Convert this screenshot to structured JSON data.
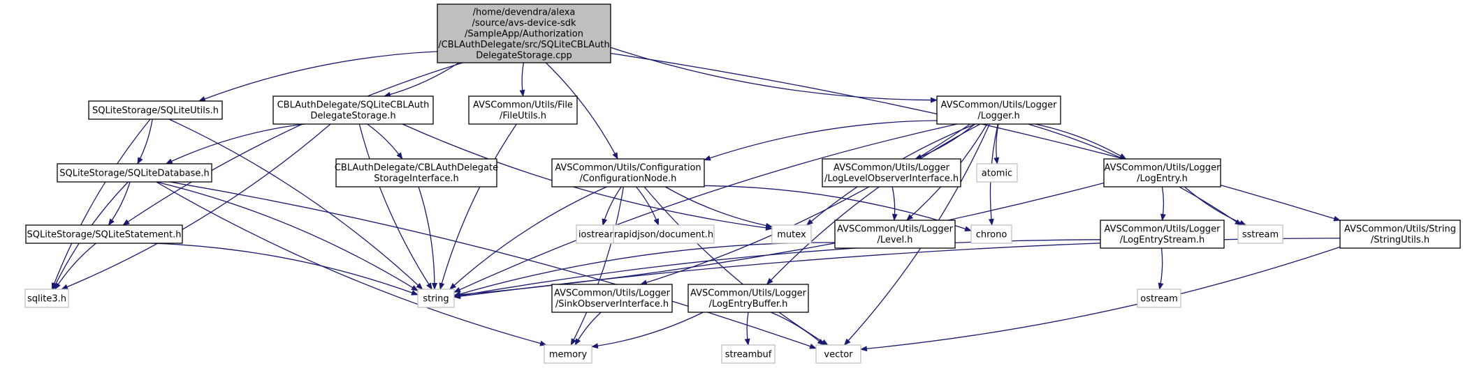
{
  "colors": {
    "edge": "#191970",
    "box_border": "#000000",
    "external_border": "#bfbfbf",
    "root_fill": "#bfbfbf",
    "fill": "#ffffff",
    "text": "#000000"
  },
  "nodes": [
    {
      "id": "root",
      "kind": "root",
      "lines": [
        "/home/devendra/alexa",
        "/source/avs-device-sdk",
        "/SampleApp/Authorization",
        "/CBLAuthDelegate/src/SQLiteCBLAuth",
        "DelegateStorage.cpp"
      ]
    },
    {
      "id": "sqliteutils",
      "kind": "header",
      "lines": [
        "SQLiteStorage/SQLiteUtils.h"
      ]
    },
    {
      "id": "cblstorage",
      "kind": "header",
      "lines": [
        "CBLAuthDelegate/SQLiteCBLAuth",
        "DelegateStorage.h"
      ]
    },
    {
      "id": "fileutils",
      "kind": "header",
      "lines": [
        "AVSCommon/Utils/File",
        "/FileUtils.h"
      ]
    },
    {
      "id": "logger",
      "kind": "header",
      "lines": [
        "AVSCommon/Utils/Logger",
        "/Logger.h"
      ]
    },
    {
      "id": "sqlitedb",
      "kind": "header",
      "lines": [
        "SQLiteStorage/SQLiteDatabase.h"
      ]
    },
    {
      "id": "cblinterface",
      "kind": "header",
      "lines": [
        "CBLAuthDelegate/CBLAuthDelegate",
        "StorageInterface.h"
      ]
    },
    {
      "id": "confignode",
      "kind": "header",
      "lines": [
        "AVSCommon/Utils/Configuration",
        "/ConfigurationNode.h"
      ]
    },
    {
      "id": "loglevelobs",
      "kind": "header",
      "lines": [
        "AVSCommon/Utils/Logger",
        "/LogLevelObserverInterface.h"
      ]
    },
    {
      "id": "atomic",
      "kind": "external",
      "lines": [
        "atomic"
      ]
    },
    {
      "id": "logentry",
      "kind": "header",
      "lines": [
        "AVSCommon/Utils/Logger",
        "/LogEntry.h"
      ]
    },
    {
      "id": "sqlitestmt",
      "kind": "header",
      "lines": [
        "SQLiteStorage/SQLiteStatement.h"
      ]
    },
    {
      "id": "iostream",
      "kind": "external",
      "lines": [
        "iostream"
      ]
    },
    {
      "id": "rapidjson",
      "kind": "external",
      "lines": [
        "rapidjson/document.h"
      ]
    },
    {
      "id": "mutex",
      "kind": "external",
      "lines": [
        "mutex"
      ]
    },
    {
      "id": "level",
      "kind": "header",
      "lines": [
        "AVSCommon/Utils/Logger",
        "/Level.h"
      ]
    },
    {
      "id": "chrono",
      "kind": "external",
      "lines": [
        "chrono"
      ]
    },
    {
      "id": "logentrystream",
      "kind": "header",
      "lines": [
        "AVSCommon/Utils/Logger",
        "/LogEntryStream.h"
      ]
    },
    {
      "id": "sstream",
      "kind": "external",
      "lines": [
        "sstream"
      ]
    },
    {
      "id": "stringutils",
      "kind": "header",
      "lines": [
        "AVSCommon/Utils/String",
        "/StringUtils.h"
      ]
    },
    {
      "id": "sqlite3",
      "kind": "external",
      "lines": [
        "sqlite3.h"
      ]
    },
    {
      "id": "string",
      "kind": "external",
      "lines": [
        "string"
      ]
    },
    {
      "id": "sinkobs",
      "kind": "header",
      "lines": [
        "AVSCommon/Utils/Logger",
        "/SinkObserverInterface.h"
      ]
    },
    {
      "id": "logentrybuffer",
      "kind": "header",
      "lines": [
        "AVSCommon/Utils/Logger",
        "/LogEntryBuffer.h"
      ]
    },
    {
      "id": "ostream",
      "kind": "external",
      "lines": [
        "ostream"
      ]
    },
    {
      "id": "memory",
      "kind": "external",
      "lines": [
        "memory"
      ]
    },
    {
      "id": "streambuf",
      "kind": "external",
      "lines": [
        "streambuf"
      ]
    },
    {
      "id": "vector",
      "kind": "external",
      "lines": [
        "vector"
      ]
    }
  ],
  "edges": [
    {
      "from": "root",
      "to": "sqliteutils"
    },
    {
      "from": "root",
      "to": "cblstorage"
    },
    {
      "from": "root",
      "to": "fileutils"
    },
    {
      "from": "root",
      "to": "confignode"
    },
    {
      "from": "root",
      "to": "logger"
    },
    {
      "from": "root",
      "to": "stringutils"
    },
    {
      "from": "root",
      "to": "sqlitestmt"
    },
    {
      "from": "sqliteutils",
      "to": "sqlitedb"
    },
    {
      "from": "sqliteutils",
      "to": "sqlite3"
    },
    {
      "from": "sqliteutils",
      "to": "string"
    },
    {
      "from": "cblstorage",
      "to": "sqlitedb"
    },
    {
      "from": "cblstorage",
      "to": "cblinterface"
    },
    {
      "from": "cblstorage",
      "to": "string"
    },
    {
      "from": "cblstorage",
      "to": "sqlite3"
    },
    {
      "from": "cblstorage",
      "to": "mutex"
    },
    {
      "from": "cblinterface",
      "to": "string"
    },
    {
      "from": "fileutils",
      "to": "string"
    },
    {
      "from": "sqlitedb",
      "to": "sqlitestmt"
    },
    {
      "from": "sqlitedb",
      "to": "sqlite3"
    },
    {
      "from": "sqlitedb",
      "to": "string"
    },
    {
      "from": "sqlitedb",
      "to": "memory"
    },
    {
      "from": "sqlitedb",
      "to": "vector"
    },
    {
      "from": "sqlitestmt",
      "to": "sqlite3"
    },
    {
      "from": "sqlitestmt",
      "to": "string"
    },
    {
      "from": "logger",
      "to": "confignode"
    },
    {
      "from": "logger",
      "to": "loglevelobs"
    },
    {
      "from": "logger",
      "to": "atomic"
    },
    {
      "from": "logger",
      "to": "logentry"
    },
    {
      "from": "logger",
      "to": "mutex"
    },
    {
      "from": "logger",
      "to": "level"
    },
    {
      "from": "logger",
      "to": "chrono"
    },
    {
      "from": "logger",
      "to": "sstream"
    },
    {
      "from": "logger",
      "to": "string"
    },
    {
      "from": "logger",
      "to": "sinkobs"
    },
    {
      "from": "logger",
      "to": "logentrybuffer"
    },
    {
      "from": "logger",
      "to": "vector"
    },
    {
      "from": "confignode",
      "to": "iostream"
    },
    {
      "from": "confignode",
      "to": "rapidjson"
    },
    {
      "from": "confignode",
      "to": "mutex"
    },
    {
      "from": "confignode",
      "to": "chrono"
    },
    {
      "from": "confignode",
      "to": "string"
    },
    {
      "from": "confignode",
      "to": "memory"
    },
    {
      "from": "confignode",
      "to": "vector"
    },
    {
      "from": "loglevelobs",
      "to": "level"
    },
    {
      "from": "level",
      "to": "string"
    },
    {
      "from": "logentry",
      "to": "logentrystream"
    },
    {
      "from": "logentry",
      "to": "sstream"
    },
    {
      "from": "logentry",
      "to": "string"
    },
    {
      "from": "logentrystream",
      "to": "string"
    },
    {
      "from": "logentrystream",
      "to": "ostream"
    },
    {
      "from": "stringutils",
      "to": "string"
    },
    {
      "from": "stringutils",
      "to": "vector"
    },
    {
      "from": "sinkobs",
      "to": "memory"
    },
    {
      "from": "logentrybuffer",
      "to": "memory"
    },
    {
      "from": "logentrybuffer",
      "to": "streambuf"
    },
    {
      "from": "logentrybuffer",
      "to": "vector"
    }
  ]
}
